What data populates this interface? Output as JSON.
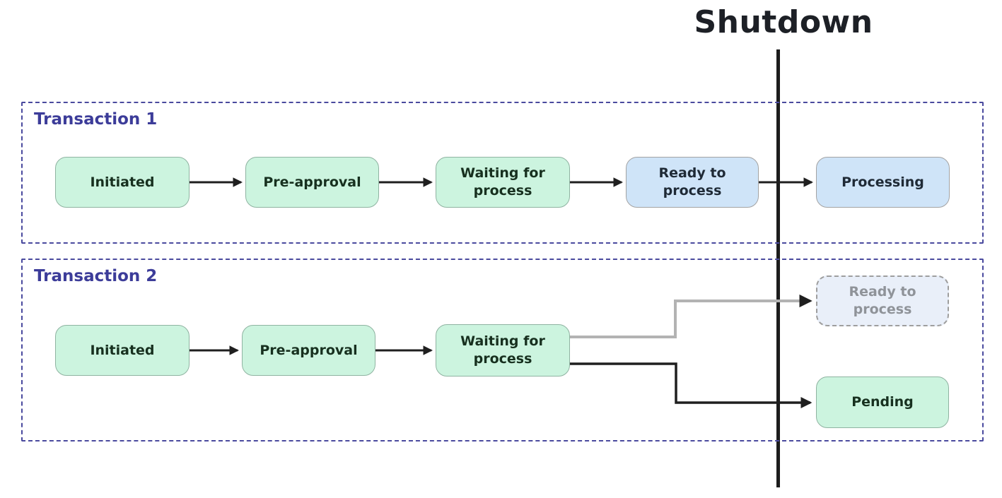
{
  "title": "Shutdown",
  "lanes": [
    {
      "label": "Transaction 1",
      "nodes": [
        {
          "label": "Initiated",
          "state": "completed"
        },
        {
          "label": "Pre-approval",
          "state": "completed"
        },
        {
          "label": "Waiting for process",
          "state": "completed"
        },
        {
          "label": "Ready to process",
          "state": "active"
        },
        {
          "label": "Processing",
          "state": "active"
        }
      ]
    },
    {
      "label": "Transaction 2",
      "nodes": [
        {
          "label": "Initiated",
          "state": "completed"
        },
        {
          "label": "Pre-approval",
          "state": "completed"
        },
        {
          "label": "Waiting for process",
          "state": "completed"
        },
        {
          "label": "Ready to process",
          "state": "skipped"
        },
        {
          "label": "Pending",
          "state": "completed"
        }
      ]
    }
  ],
  "colors": {
    "node_green": "#ccf4df",
    "node_blue": "#cfe4f8",
    "node_skipped": "#e9eff9",
    "lane_border": "#4a4a9e",
    "lane_label": "#3c3c99",
    "arrow": "#1f1f1f",
    "arrow_faded": "#b3b3b3",
    "shutdown_line": "#1c1c1c"
  }
}
